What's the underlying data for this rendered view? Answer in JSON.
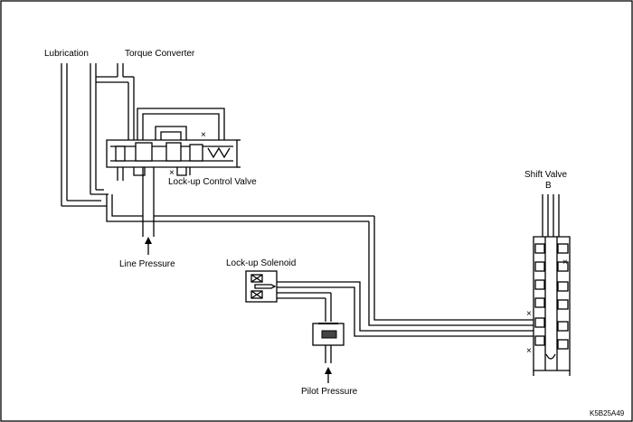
{
  "labels": {
    "lubrication": "Lubrication",
    "torque_converter": "Torque Converter",
    "lockup_control_valve": "Lock-up Control Valve",
    "line_pressure": "Line Pressure",
    "lockup_solenoid": "Lock-up Solenoid",
    "pilot_pressure": "Pilot Pressure",
    "shift_valve": "Shift Valve",
    "shift_valve_letter": "B",
    "figure_ref": "K5B25A49"
  },
  "markers": {
    "drain": "×"
  }
}
